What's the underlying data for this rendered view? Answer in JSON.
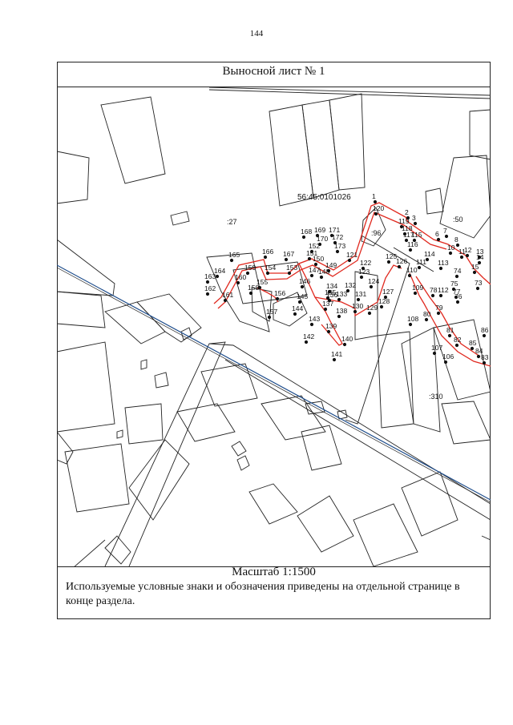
{
  "page": {
    "number": "144"
  },
  "sheet": {
    "title": "Выносной лист № 1",
    "scale": "Масштаб 1:1500",
    "note": "Используемые условные знаки и обозначения приведены на отдельной странице в конце раздела."
  },
  "map": {
    "cadastral_block": "56:45:0101026",
    "parcel_labels": [
      ":27",
      ":96",
      ":50",
      ":310"
    ],
    "point_labels": [
      "1",
      "2",
      "3",
      "6",
      "7",
      "8",
      "10",
      "11",
      "12",
      "13",
      "14",
      "15",
      "73",
      "74",
      "75",
      "76",
      "77",
      "78",
      "79",
      "80",
      "81",
      "82",
      "83",
      "84",
      "85",
      "86",
      "106",
      "107",
      "108",
      "109",
      "110",
      "111",
      "112",
      "113",
      "114",
      "115",
      "116",
      "117",
      "118",
      "119",
      "120",
      "121",
      "122",
      "123",
      "124",
      "125",
      "126",
      "127",
      "128",
      "129",
      "130",
      "131",
      "132",
      "133",
      "134",
      "135",
      "136",
      "137",
      "138",
      "139",
      "140",
      "141",
      "142",
      "143",
      "144",
      "145",
      "146",
      "147",
      "148",
      "149",
      "150",
      "151",
      "152",
      "153",
      "154",
      "155",
      "156",
      "157",
      "158",
      "159",
      "160",
      "161",
      "162",
      "163",
      "164",
      "165",
      "166",
      "167",
      "168",
      "169",
      "170",
      "171",
      "172",
      "173"
    ],
    "colors": {
      "boundary": "#e0291f",
      "building": "#222222",
      "road": "#1e4d8c",
      "point": "#111111"
    }
  }
}
